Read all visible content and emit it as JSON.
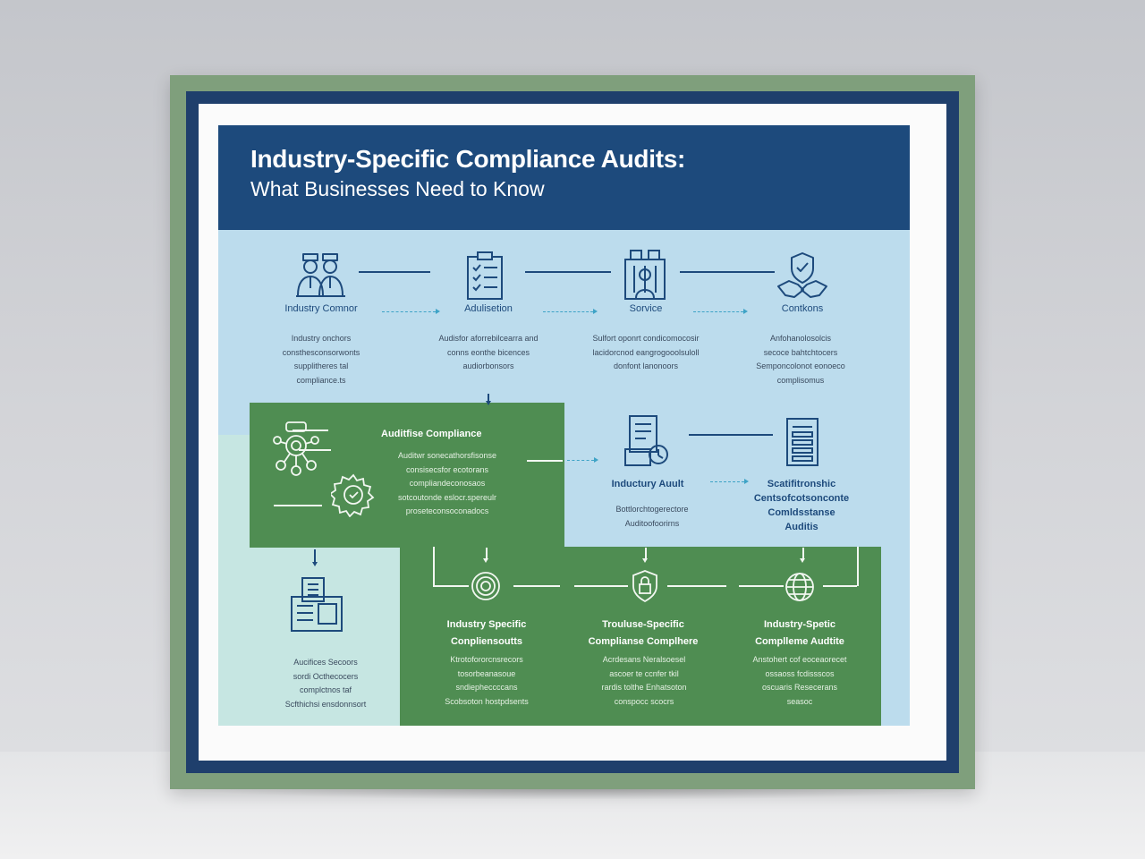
{
  "poster": {
    "title": "Industry-Specific Compliance Audits:",
    "subtitle": "What Businesses Need to Know"
  },
  "row1": [
    {
      "label": "Industry Comnor",
      "desc": [
        "Industry onchors",
        "consthesconsorwonts",
        "supplitheres tal",
        "compliance.ts"
      ],
      "icon": "auditors-icon"
    },
    {
      "label": "Adulisetion",
      "desc": [
        "Audisfor aforrebilcearra and",
        "conns eonthe bicences",
        "audiorbonsors"
      ],
      "icon": "checklist-icon"
    },
    {
      "label": "Sorvice",
      "desc": [
        "Sulfort oponrt condicomocosir",
        "lacidorcnod eangrogooolsuloll",
        "donfont lanonoors"
      ],
      "icon": "service-building-icon"
    },
    {
      "label": "Contkons",
      "desc": [
        "Anfohanolosolcis",
        "secoce bahtchtocers",
        "Semponcolonot eonoeco",
        "complisomus"
      ],
      "icon": "handshake-shield-icon"
    }
  ],
  "mid": {
    "green": {
      "label": "Auditfise Compliance",
      "desc": [
        "Auditwr sonecathorsfisonse",
        "consisecsfor ecotorans",
        "compliandeconosaos",
        "sotcoutonde eslocr.spereulr",
        "proseteconsoconadocs"
      ],
      "icons": [
        "gear-network-icon",
        "cog-shield-icon"
      ]
    },
    "audit": {
      "label": "Inductury Auult",
      "desc": [
        "Bottlorchtogerectore",
        "Auditoofoorirns"
      ],
      "icon": "audit-document-icon"
    },
    "report": {
      "label": [
        "Scatifitronshic",
        "Centsofcotsonconte",
        "Comldsstanse",
        "Auditis"
      ],
      "icon": "report-list-icon"
    }
  },
  "left": {
    "desc": [
      "Aucifices Secoors",
      "sordi Octhecocers",
      "complctnos taf",
      "Scfthichsi ensdonnsort"
    ],
    "icon": "documents-stack-icon"
  },
  "row3": [
    {
      "label": [
        "Industry Specific",
        "Conpliensoutts"
      ],
      "desc": [
        "Ktrotofororcnsrecors",
        "tosorbeanasoue",
        "sndiepheccccans",
        "Scobsoton hostpdsents"
      ],
      "icon": "target-icon"
    },
    {
      "label": [
        "Trouluse-Specific",
        "Complianse Complhere"
      ],
      "desc": [
        "Acrdesans Neralsoesel",
        "ascoer te ccnfer tkil",
        "rardis tolthe Enhatsoton",
        "conspocc scocrs"
      ],
      "icon": "lock-shield-icon"
    },
    {
      "label": [
        "Industry-Spetic",
        "Complleme Audtite"
      ],
      "desc": [
        "Anstohert cof eoceaorecet",
        "ossaoss fcdissscos",
        "oscuaris Resecerans",
        "seasoc"
      ],
      "icon": "globe-grid-icon"
    }
  ],
  "colors": {
    "navy": "#1d4a7c",
    "light_blue": "#bcdced",
    "green": "#4f8d52",
    "mint": "#c6e6e2",
    "frame_green": "#7f9f7c",
    "arrow_cyan": "#3ea3c6"
  }
}
